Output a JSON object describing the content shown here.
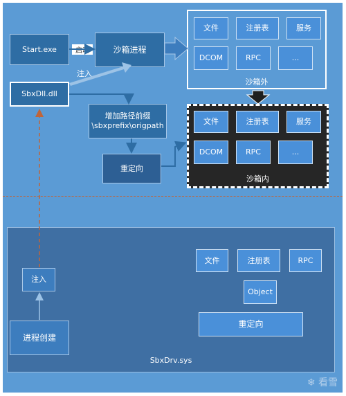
{
  "user_mode": {
    "start_exe": "Start.exe",
    "launch_label": "启动",
    "sandbox_process": "沙箱进程",
    "sbxdll": "SbxDll.dll",
    "inject_label": "注入",
    "prefix_box": "增加路径前缀\n\\sbxprefix\\origpath",
    "redirect": "重定向"
  },
  "outside": {
    "title": "沙箱外",
    "items": [
      "文件",
      "注册表",
      "服务",
      "DCOM",
      "RPC",
      "..."
    ]
  },
  "inside": {
    "title": "沙箱内",
    "items": [
      "文件",
      "注册表",
      "服务",
      "DCOM",
      "RPC",
      "..."
    ]
  },
  "kernel": {
    "name": "SbxDrv.sys",
    "process_create": "进程创建",
    "inject": "注入",
    "items": [
      "文件",
      "注册表",
      "RPC"
    ],
    "object": "Object",
    "redirect": "重定向"
  },
  "watermark": "看雪"
}
